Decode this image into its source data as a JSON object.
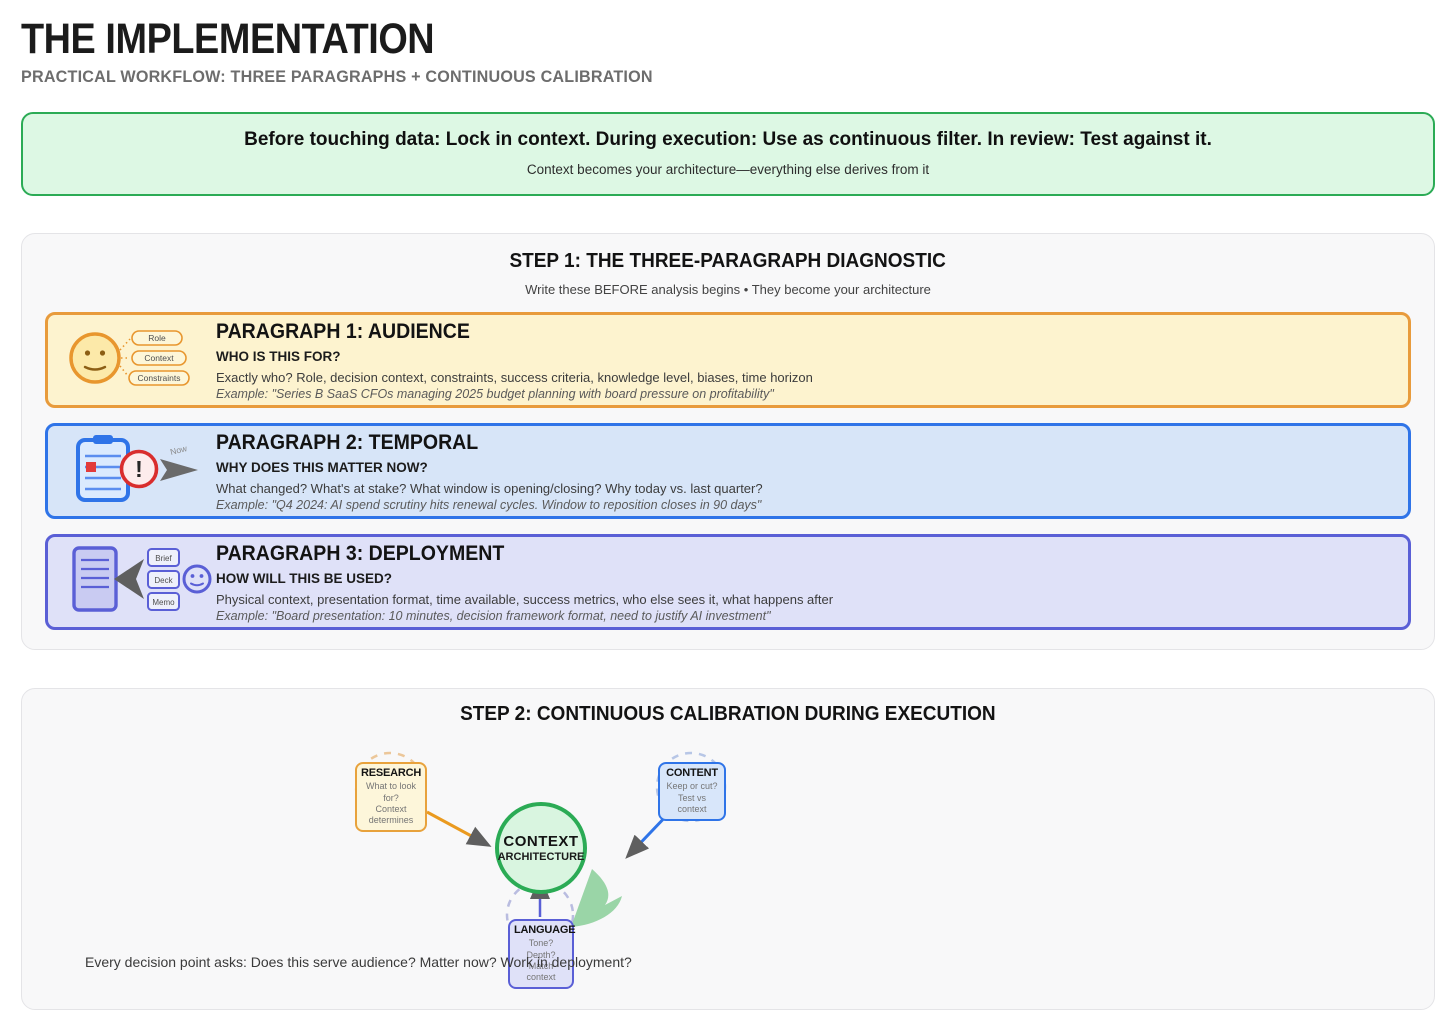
{
  "page": {
    "title": "THE IMPLEMENTATION",
    "subtitle": "PRACTICAL WORKFLOW: THREE PARAGRAPHS + CONTINUOUS CALIBRATION"
  },
  "banner": {
    "headline": "Before touching data: Lock in context. During execution: Use as continuous filter. In review: Test against it.",
    "subtext": "Context becomes your architecture—everything else derives from it"
  },
  "step1": {
    "title": "STEP 1: THE THREE-PARAGRAPH DIAGNOSTIC",
    "subtitle": "Write these BEFORE analysis begins • They become your architecture",
    "cards": [
      {
        "title": "PARAGRAPH 1: AUDIENCE",
        "question": "WHO IS THIS FOR?",
        "body": "Exactly who? Role, decision context, constraints, success criteria, knowledge level, biases, time horizon",
        "example": "Example: \"Series B SaaS CFOs managing 2025 budget planning with board pressure on profitability\"",
        "icon": {
          "name": "smiley-with-tags",
          "tags": [
            "Role",
            "Context",
            "Constraints"
          ]
        }
      },
      {
        "title": "PARAGRAPH 2: TEMPORAL",
        "question": "WHY DOES THIS MATTER NOW?",
        "body": "What changed? What's at stake? What window is opening/closing? Why today vs. last quarter?",
        "example": "Example: \"Q4 2024: AI spend scrutiny hits renewal cycles. Window to reposition closes in 90 days\"",
        "icon": {
          "name": "clipboard-alert-arrow",
          "exclamation": "!",
          "now_label": "Now"
        }
      },
      {
        "title": "PARAGRAPH 3: DEPLOYMENT",
        "question": "HOW WILL THIS BE USED?",
        "body": "Physical context, presentation format, time available, success metrics, who else sees it, what happens after",
        "example": "Example: \"Board presentation: 10 minutes, decision framework format, need to justify AI investment\"",
        "icon": {
          "name": "document-to-outputs",
          "outputs": [
            "Brief",
            "Deck",
            "Memo"
          ]
        }
      }
    ]
  },
  "step2": {
    "title": "STEP 2: CONTINUOUS CALIBRATION DURING EXECUTION",
    "nodes": {
      "research": {
        "label": "RESEARCH",
        "line1": "What to look for?",
        "line2": "Context determines"
      },
      "content": {
        "label": "CONTENT",
        "line1": "Keep or cut?",
        "line2": "Test vs context"
      },
      "language": {
        "label": "LANGUAGE",
        "line1": "Tone? Depth?",
        "line2": "Match context"
      },
      "center": {
        "line1": "CONTEXT",
        "line2": "ARCHITECTURE"
      }
    },
    "caption": "Every decision point asks: Does this serve audience? Matter now? Work in deployment?"
  },
  "colors": {
    "banner_border": "#2bab55",
    "banner_bg": "#ddf8e4",
    "audience_border": "#e89b3c",
    "audience_bg": "#fdf3cf",
    "temporal_border": "#2f74e8",
    "temporal_bg": "#d7e5f8",
    "deployment_border": "#5a5fd6",
    "deployment_bg": "#dfe1f8",
    "context_circle_border": "#2bab55",
    "context_circle_bg": "#d9f5e0",
    "arrowhead": "#5f5f5f",
    "swoosh_green": "#8fd09d",
    "panel_bg": "#f8f8f9"
  }
}
